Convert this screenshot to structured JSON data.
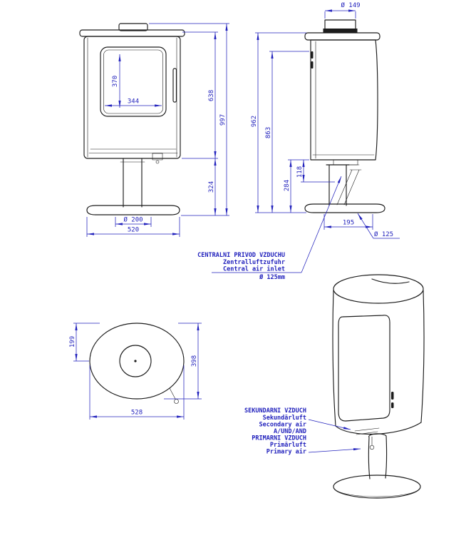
{
  "meta": {
    "drawing": "wood stove dimensional drawing, three orthographic views plus perspective view"
  },
  "colors": {
    "dimension": "#2323bd",
    "line": "#1c1c1c",
    "background": "#ffffff"
  },
  "front_view": {
    "glass_height": "370",
    "glass_width": "344",
    "body_height": "638",
    "total_height": "997",
    "pedestal_height": "324",
    "pedestal_diameter": "Ø 200",
    "base_width": "520"
  },
  "side_view": {
    "flue_diameter": "Ø 149",
    "height_top": "962",
    "height_shoulder": "863",
    "inlet_height": "284",
    "inlet_offset": "118",
    "inlet_depth": "195",
    "base_pipe_diameter": "Ø 125"
  },
  "top_view": {
    "half_depth": "199",
    "depth": "398",
    "width": "528"
  },
  "callouts": {
    "central_air": {
      "line1": "CENTRALNI PRIVOD VZDUCHU",
      "line2": "Zentralluftzufuhr",
      "line3": "Central air inlet",
      "line4": "Ø 125mm"
    },
    "secondary_primary": {
      "line1": "SEKUNDARNI VZDUCH",
      "line2": "Sekundärluft",
      "line3": "Secondary air",
      "line4": "A/UND/AND",
      "line5": "PRIMARNI VZDUCH",
      "line6": "Primärluft",
      "line7": "Primary air"
    }
  }
}
